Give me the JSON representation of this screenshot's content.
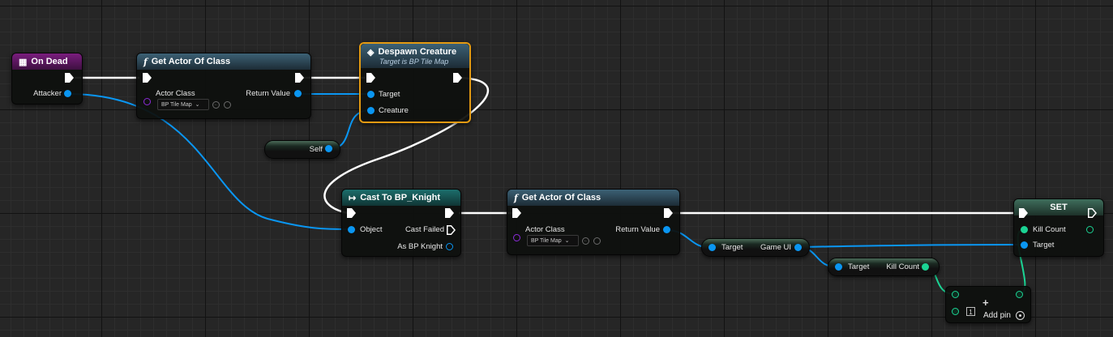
{
  "colors": {
    "exec_wire": "#ffffff",
    "object_wire": "#0a96f2",
    "int_wire": "#1bd494",
    "selected_outline": "#e39a12",
    "event_header": "#7a1d7e",
    "function_header": "#3c6175"
  },
  "nodes": {
    "on_dead": {
      "title": "On Dead",
      "icon": "event-grid-icon",
      "attacker": "Attacker"
    },
    "get_actor_1": {
      "title": "Get Actor Of Class",
      "icon": "function-icon",
      "actor_class": "Actor Class",
      "return_value": "Return Value",
      "class_value": "BP Tile Map"
    },
    "despawn": {
      "title": "Despawn Creature",
      "subtitle": "Target is BP Tile Map",
      "icon": "function-diamond-icon",
      "target": "Target",
      "creature": "Creature"
    },
    "self_node": {
      "label": "Self"
    },
    "cast": {
      "title": "Cast To BP_Knight",
      "icon": "cast-arrow-icon",
      "object": "Object",
      "cast_failed": "Cast Failed",
      "as_knight": "As BP Knight"
    },
    "get_actor_2": {
      "title": "Get Actor Of Class",
      "icon": "function-icon",
      "actor_class": "Actor Class",
      "return_value": "Return Value",
      "class_value": "BP Tile Map"
    },
    "get_game_ui": {
      "target": "Target",
      "output": "Game UI"
    },
    "get_kill_count": {
      "target": "Target",
      "output": "Kill Count"
    },
    "add": {
      "add_pin": "Add pin",
      "value": "1"
    },
    "set": {
      "title": "SET",
      "kill_count": "Kill Count",
      "target": "Target"
    }
  }
}
